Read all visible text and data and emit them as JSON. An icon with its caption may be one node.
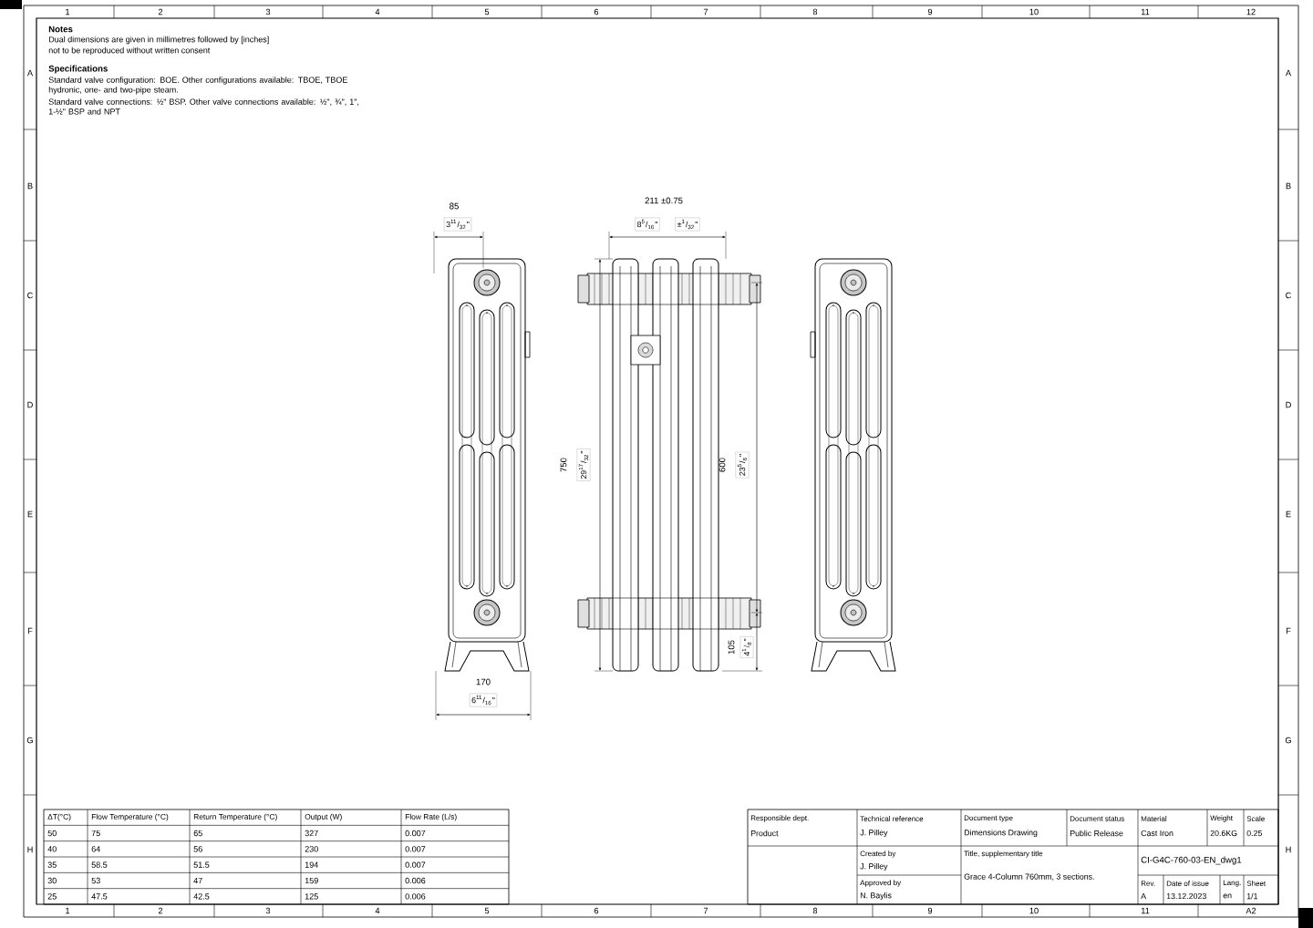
{
  "diagram": {
    "labels": [
      "Notes",
      "Dual dimensions are given in millimetres followed by [inches]",
      "not to be reproduced without written consent",
      "Specifications",
      "Standard valve configuration: BOE. Other configurations available: TBOE, TBOE hydronic, one- and two-pipe steam.",
      "Standard valve connections: ½\" BSP. Other valve connections available: ½\", ¾\", 1\", 1-½\" BSP and NPT",
      "85",
      "3$^{11}$/$_{32}$\"",
      "211 ±0.75",
      "8$^{5}$/$_{16}$\"",
      "±$^{1}$/$_{32}$\"",
      "750",
      "29$^{17}$/$_{32}$\"",
      "600",
      "23$^{5}$/$_{8}$\"",
      "105",
      "4$^{1}$/$_{8}$\"",
      "170",
      "6$^{11}$/$_{16}$\"",
      "ΔT(°C)",
      "Flow Temperature (°C)",
      "Return Temperature (°C)",
      "Output (W)",
      "Flow Rate (L/s)",
      "50",
      "75",
      "65",
      "327",
      "0.007",
      "40",
      "64",
      "56",
      "230",
      "0.007",
      "35",
      "58.5",
      "51.5",
      "194",
      "0.007",
      "30",
      "53",
      "47",
      "159",
      "0.006",
      "25",
      "47.5",
      "42.5",
      "125",
      "0.006",
      "Responsible dept.",
      "Product",
      "Technical reference",
      "J. Pilley",
      "Document type",
      "Dimensions Drawing",
      "Document status",
      "Public Release",
      "Material",
      "Cast Iron",
      "Weight",
      "20.6KG",
      "Scale",
      "0.25",
      "Created by",
      "J. Pilley",
      "Title, supplementary title",
      "Grace 4-Column 760mm, 3 sections.",
      "CI-G4C-760-03-EN_dwg1",
      "Approved by",
      "N. Baylis",
      "Rev.",
      "A",
      "Date of issue",
      "13.12.2023",
      "Lang.",
      "en",
      "Sheet",
      "1/1",
      "1",
      "2",
      "3",
      "4",
      "5",
      "6",
      "7",
      "8",
      "9",
      "10",
      "11",
      "12",
      "A",
      "B",
      "C",
      "D",
      "E",
      "F",
      "G",
      "H",
      "A",
      "B",
      "C",
      "D",
      "E",
      "F",
      "G",
      "H",
      "1",
      "2",
      "3",
      "4",
      "5",
      "6",
      "7",
      "8",
      "9",
      "10",
      "11",
      "A2"
    ]
  }
}
